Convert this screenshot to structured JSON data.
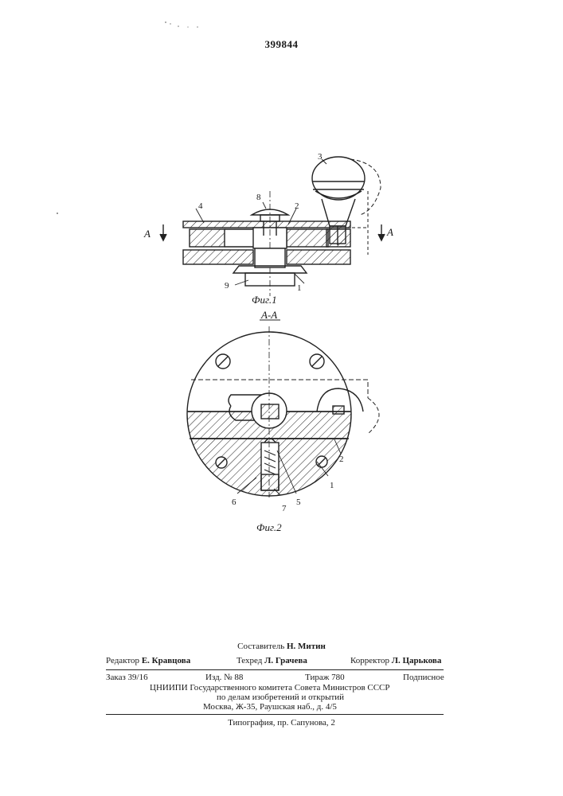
{
  "patent_number": "399844",
  "figure1": {
    "caption": "Фиг.1",
    "section_marks": [
      "A",
      "A"
    ],
    "part_labels": [
      "1",
      "2",
      "3",
      "4",
      "8",
      "9"
    ]
  },
  "figure2": {
    "section_title": "А-А",
    "caption": "Фиг.2",
    "part_labels": [
      "1",
      "2",
      "5",
      "6",
      "7"
    ]
  },
  "footer": {
    "compiler_label": "Составитель",
    "compiler_name": "Н. Митин",
    "editor_label": "Редактор",
    "editor_name": "Е. Кравцова",
    "techeditor_label": "Техред",
    "techeditor_name": "Л. Грачева",
    "corrector_label": "Корректор",
    "corrector_name": "Л. Царькова",
    "order": "Заказ 39/16",
    "edition": "Изд. № 88",
    "circulation": "Тираж 780",
    "subscription": "Подписное",
    "org_line1": "ЦНИИПИ Государственного комитета Совета Министров СССР",
    "org_line2": "по делам изобретений и открытий",
    "org_line3": "Москва, Ж-35, Раушская наб., д. 4/5",
    "printer": "Типография, пр. Сапунова, 2"
  }
}
